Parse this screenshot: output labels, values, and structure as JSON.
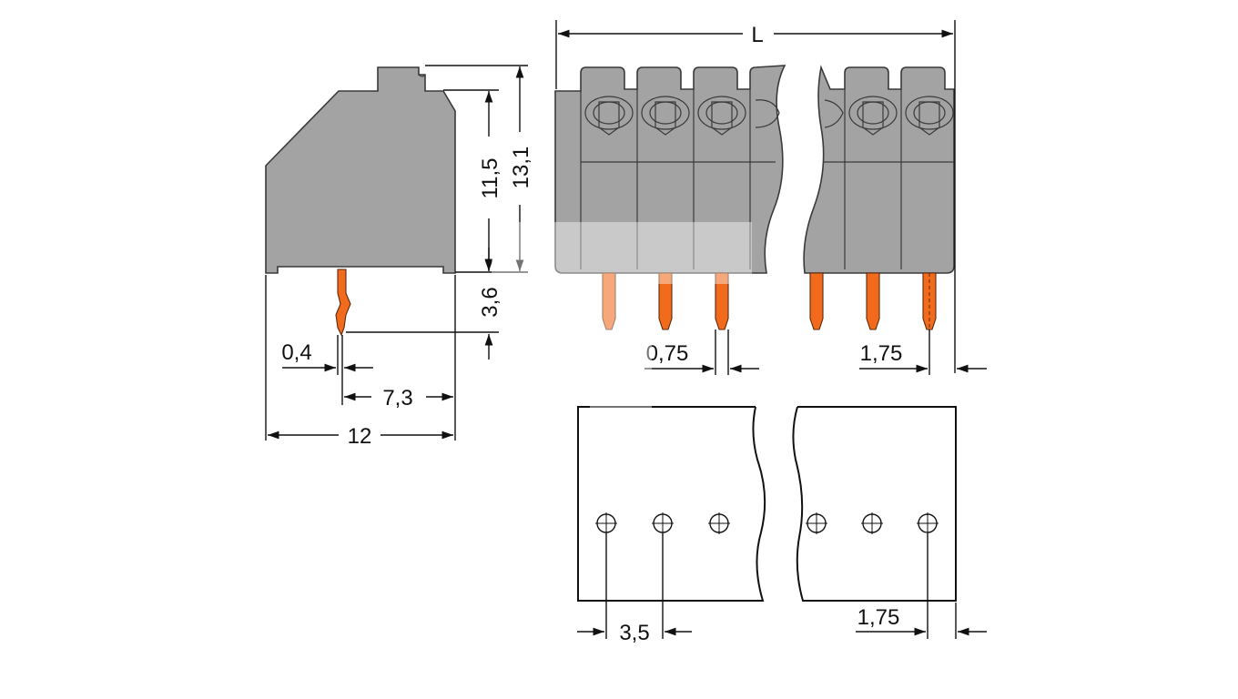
{
  "dimensions": {
    "L": "L",
    "height_body": "11,5",
    "height_total": "13,1",
    "pin_length": "3,6",
    "pin_thickness": "0,4",
    "pin_offset": "7,3",
    "depth": "12",
    "pin_width": "0,75",
    "end_offset_top": "1,75",
    "pitch": "3,5",
    "end_offset_bottom": "1,75"
  },
  "colors": {
    "housing": "#a3a3a3",
    "pin": "#f26a1b",
    "line": "#111111"
  }
}
